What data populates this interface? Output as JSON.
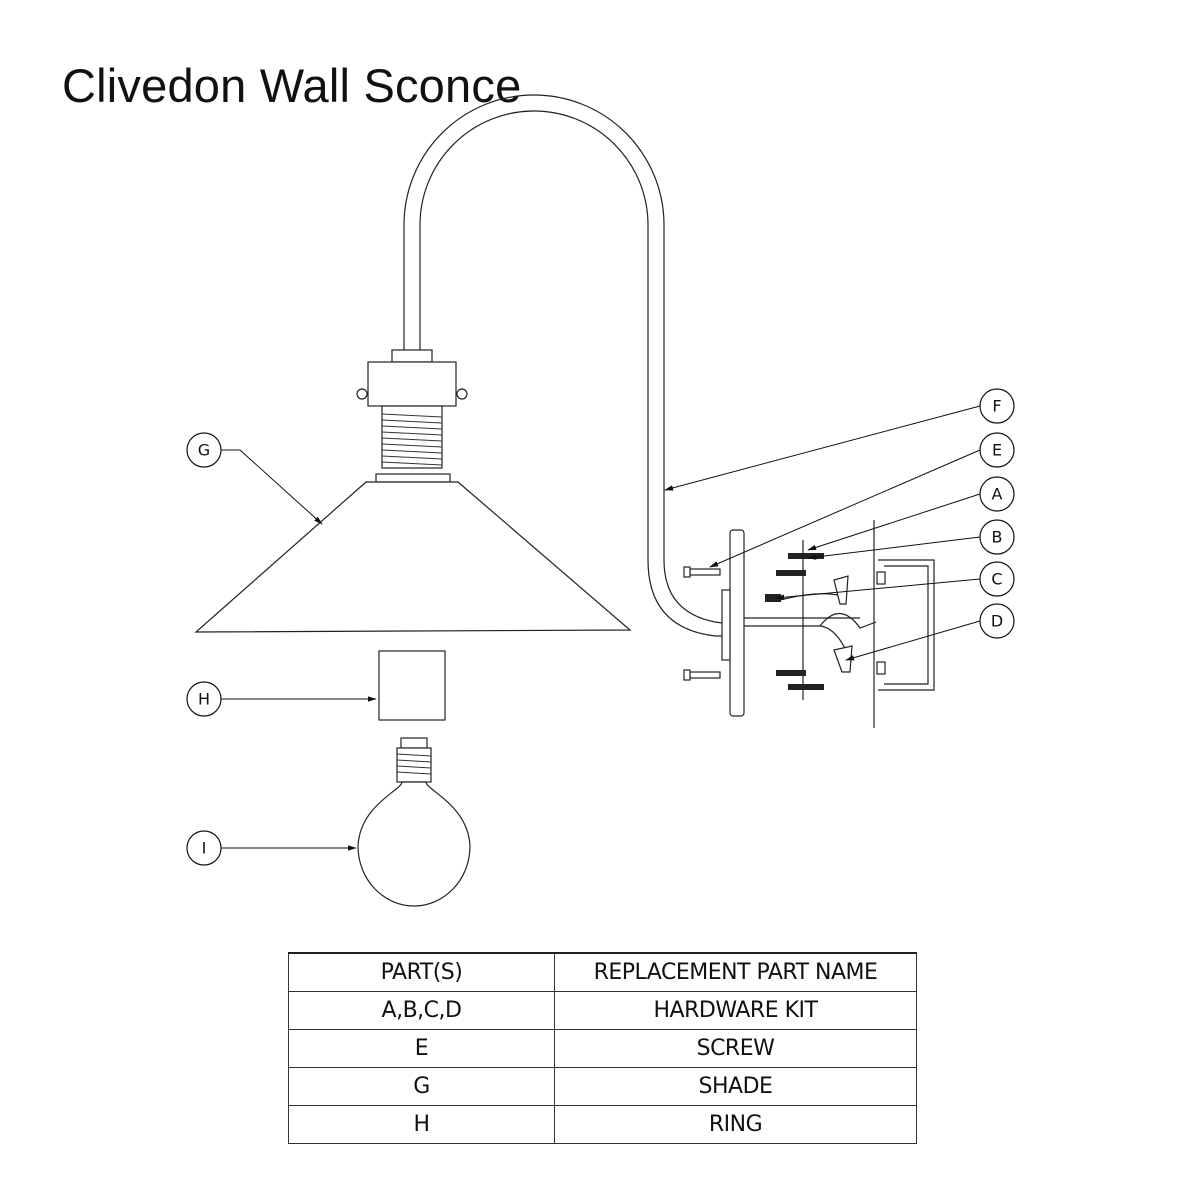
{
  "title": "Clivedon Wall Sconce",
  "callouts": {
    "F": "F",
    "E": "E",
    "A": "A",
    "B": "B",
    "C": "C",
    "D": "D",
    "G": "G",
    "H": "H",
    "I": "I"
  },
  "parts_table": {
    "headers": [
      "PART(S)",
      "REPLACEMENT PART NAME"
    ],
    "rows": [
      [
        "A,B,C,D",
        "HARDWARE KIT"
      ],
      [
        "E",
        "SCREW"
      ],
      [
        "G",
        "SHADE"
      ],
      [
        "H",
        "RING"
      ]
    ]
  }
}
